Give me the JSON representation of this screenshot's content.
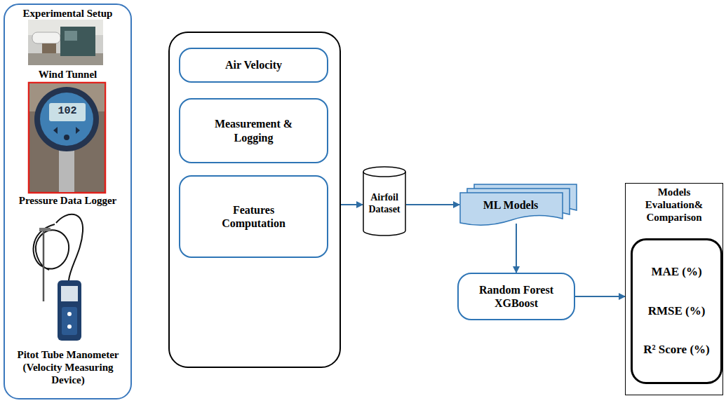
{
  "diagram": {
    "nodes": [
      {
        "text": [
          "Experimental Setup",
          "Wind Tunnel",
          "Pressure Data Logger",
          "Pitot Tube Manometer (Velocity Measuring Device)"
        ]
      },
      {
        "text": []
      },
      {
        "text": [
          "Air Velocity"
        ],
        "in": 1
      },
      {
        "text": [
          "Measurement & Logging"
        ],
        "in": 1
      },
      {
        "text": [
          "Features Computation"
        ],
        "in": 1
      },
      {
        "text": [
          "Airfoil Dataset"
        ]
      },
      {
        "text": [
          "ML Models"
        ]
      },
      {
        "text": [
          "Random Forest XGBoost"
        ]
      },
      {
        "text": [
          "Models Evaluation& Comparison"
        ]
      },
      {
        "text": [
          "MAE (%)",
          "RMSE (%)",
          "R² Score (%)"
        ],
        "in": 8
      }
    ],
    "edges": [
      {
        "from": 1,
        "to": 5,
        "arrow": "to"
      },
      {
        "from": 5,
        "to": 6,
        "arrow": "to"
      },
      {
        "from": 6,
        "to": 7,
        "arrow": "to"
      },
      {
        "from": 7,
        "to": 8,
        "arrow": "to"
      }
    ],
    "labels": [
      "102"
    ]
  }
}
